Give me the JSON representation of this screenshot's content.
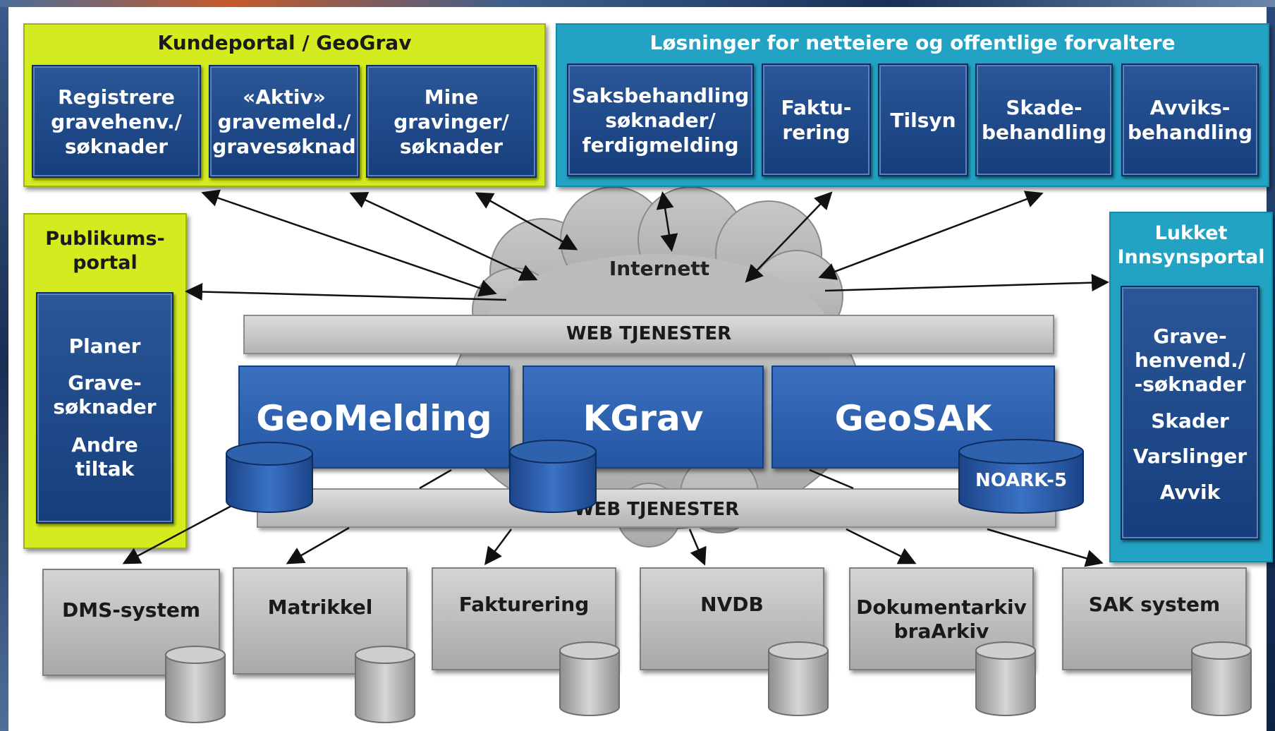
{
  "kundeportal": {
    "title": "Kundeportal / GeoGrav",
    "boxes": [
      "Registrere\ngravehenv./\nsøknader",
      "«Aktiv»\ngravemeld./\ngravesøknad",
      "Mine\ngravinger/\nsøknader"
    ]
  },
  "losninger": {
    "title": "Løsninger for netteiere og offentlige forvaltere",
    "boxes": [
      "Saksbehandling\nsøknader/\nferdigmelding",
      "Faktu-\nrering",
      "Tilsyn",
      "Skade-\nbehandling",
      "Avviks-\nbehandling"
    ]
  },
  "publikumsportal": {
    "title": "Publikums-\nportal",
    "items": [
      "Planer",
      "Grave-\nsøknader",
      "Andre\ntiltak"
    ]
  },
  "innsynsportal": {
    "title": "Lukket\nInnsynsportal",
    "items": [
      "Grave-\nhenvend./\n-søknader",
      "Skader",
      "Varslinger",
      "Avvik"
    ]
  },
  "internett_label": "Internett",
  "web_tjenester_top": "WEB TJENESTER",
  "web_tjenester_bottom": "WEB TJENESTER",
  "core_systems": [
    "GeoMelding",
    "KGrav",
    "GeoSAK"
  ],
  "noark_label": "NOARK-5",
  "external_systems": [
    "DMS-system",
    "Matrikkel",
    "Fakturering",
    "NVDB",
    "Dokumentarkiv\nbraArkiv",
    "SAK system"
  ],
  "colors": {
    "yellow_green": "#d4ec1f",
    "cyan": "#22a3c3",
    "dark_blue": "#1d4a8c",
    "medium_blue": "#2e63b0",
    "gray": "#bfbfbf"
  }
}
